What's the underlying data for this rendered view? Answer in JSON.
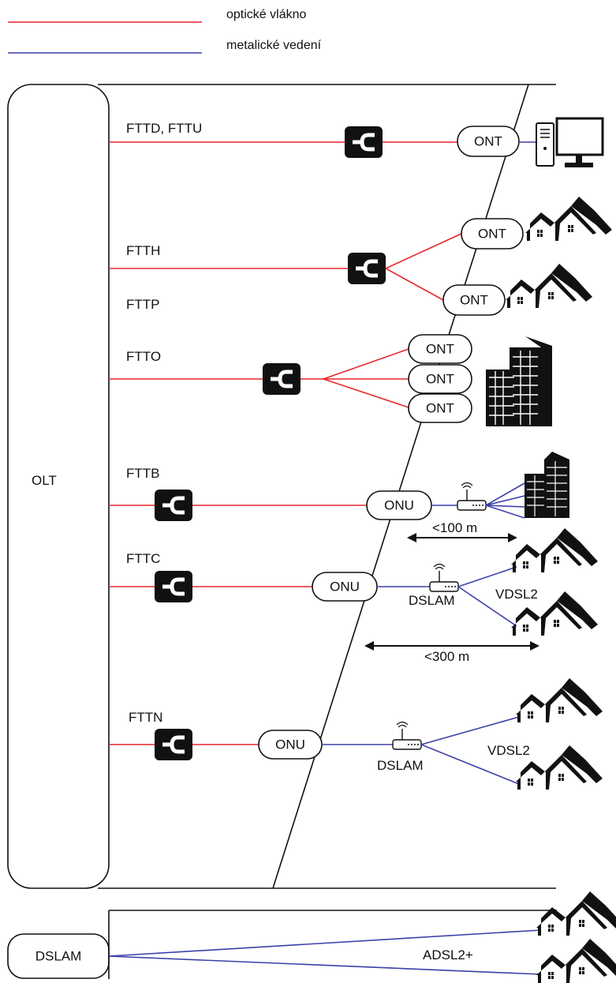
{
  "legend": {
    "fiber": {
      "label": "optické vlákno",
      "color": "#e8262b"
    },
    "metal": {
      "label": "metalické vedení",
      "color": "#3b40a8"
    }
  },
  "olt_label": "OLT",
  "dslam_box_label": "DSLAM",
  "rows": {
    "fttd": "FTTD, FTTU",
    "ftth": "FTTH",
    "fttp": "FTTP",
    "ftto": "FTTO",
    "fttb": "FTTB",
    "fttc": "FTTC",
    "fttn": "FTTN"
  },
  "devices": {
    "ont": "ONT",
    "onu": "ONU",
    "dslam": "DSLAM"
  },
  "distances": {
    "d100": "<100 m",
    "d300": "<300 m"
  },
  "techs": {
    "vdsl2": "VDSL2",
    "adsl2": "ADSL2+"
  },
  "icons": [
    "splitter-icon",
    "computer-icon",
    "houses-icon",
    "building-icon",
    "router-icon"
  ]
}
